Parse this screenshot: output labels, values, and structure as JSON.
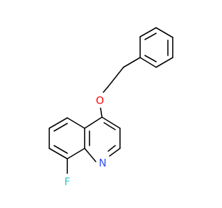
{
  "molecule": {
    "atoms": {
      "fluorine": {
        "label": "F",
        "color": "#33cccc"
      },
      "nitrogen": {
        "label": "N",
        "color": "#3050f8"
      },
      "oxygen": {
        "label": "O",
        "color": "#ff0d0d"
      }
    },
    "bond_color": "#000000"
  }
}
